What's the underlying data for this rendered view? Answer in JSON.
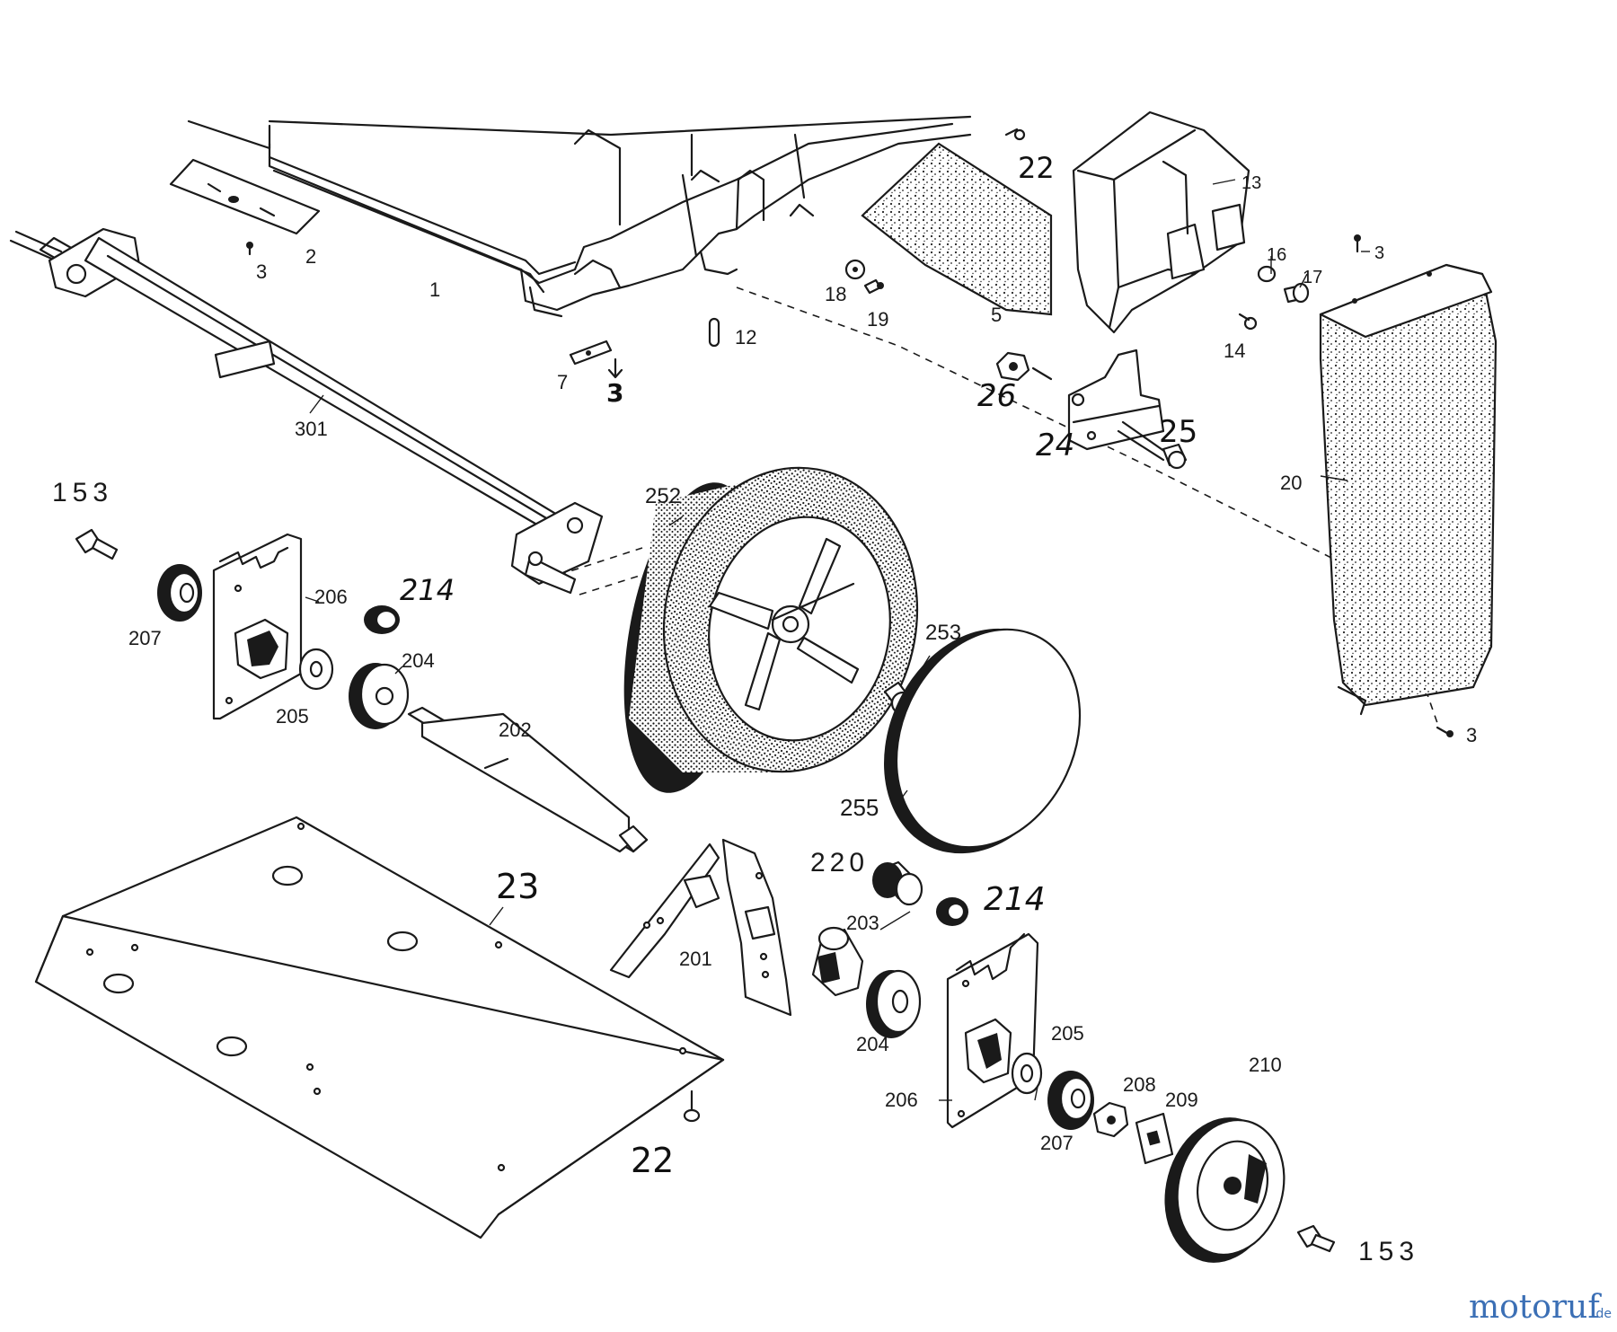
{
  "callouts": [
    {
      "id": "c1",
      "text": "1"
    },
    {
      "id": "c2",
      "text": "2"
    },
    {
      "id": "c3a",
      "text": "3"
    },
    {
      "id": "c5",
      "text": "5"
    },
    {
      "id": "c7",
      "text": "7"
    },
    {
      "id": "c3b",
      "text": "3"
    },
    {
      "id": "c12",
      "text": "12"
    },
    {
      "id": "c13",
      "text": "13"
    },
    {
      "id": "c14",
      "text": "14"
    },
    {
      "id": "c16",
      "text": "16"
    },
    {
      "id": "c17",
      "text": "17"
    },
    {
      "id": "c18",
      "text": "18"
    },
    {
      "id": "c19",
      "text": "19"
    },
    {
      "id": "c20",
      "text": "20"
    },
    {
      "id": "c22a",
      "text": "22"
    },
    {
      "id": "c22b",
      "text": "22"
    },
    {
      "id": "c23",
      "text": "23"
    },
    {
      "id": "c24",
      "text": "24"
    },
    {
      "id": "c25",
      "text": "25"
    },
    {
      "id": "c26",
      "text": "26"
    },
    {
      "id": "c3c",
      "text": "3"
    },
    {
      "id": "c3d",
      "text": "3"
    },
    {
      "id": "c301",
      "text": "301"
    },
    {
      "id": "c153a",
      "text": "153"
    },
    {
      "id": "c153b",
      "text": "153"
    },
    {
      "id": "c207a",
      "text": "207"
    },
    {
      "id": "c206a",
      "text": "206"
    },
    {
      "id": "c214a",
      "text": "214"
    },
    {
      "id": "c205a",
      "text": "205"
    },
    {
      "id": "c204a",
      "text": "204"
    },
    {
      "id": "c202",
      "text": "202"
    },
    {
      "id": "c252",
      "text": "252"
    },
    {
      "id": "c253",
      "text": "253"
    },
    {
      "id": "c255",
      "text": "255"
    },
    {
      "id": "c220",
      "text": "220"
    },
    {
      "id": "c214b",
      "text": "214"
    },
    {
      "id": "c203",
      "text": "203"
    },
    {
      "id": "c201",
      "text": "201"
    },
    {
      "id": "c204b",
      "text": "204"
    },
    {
      "id": "c206b",
      "text": "206"
    },
    {
      "id": "c205b",
      "text": "205"
    },
    {
      "id": "c207b",
      "text": "207"
    },
    {
      "id": "c208",
      "text": "208"
    },
    {
      "id": "c209",
      "text": "209"
    },
    {
      "id": "c210",
      "text": "210"
    }
  ],
  "watermark": {
    "text": "motoruf",
    "suffix": ".de"
  },
  "colors": {
    "line": "#1a1a1a",
    "background": "#ffffff",
    "watermark_primary": "#3b6fb5",
    "watermark_accent": "#e07a1f"
  }
}
